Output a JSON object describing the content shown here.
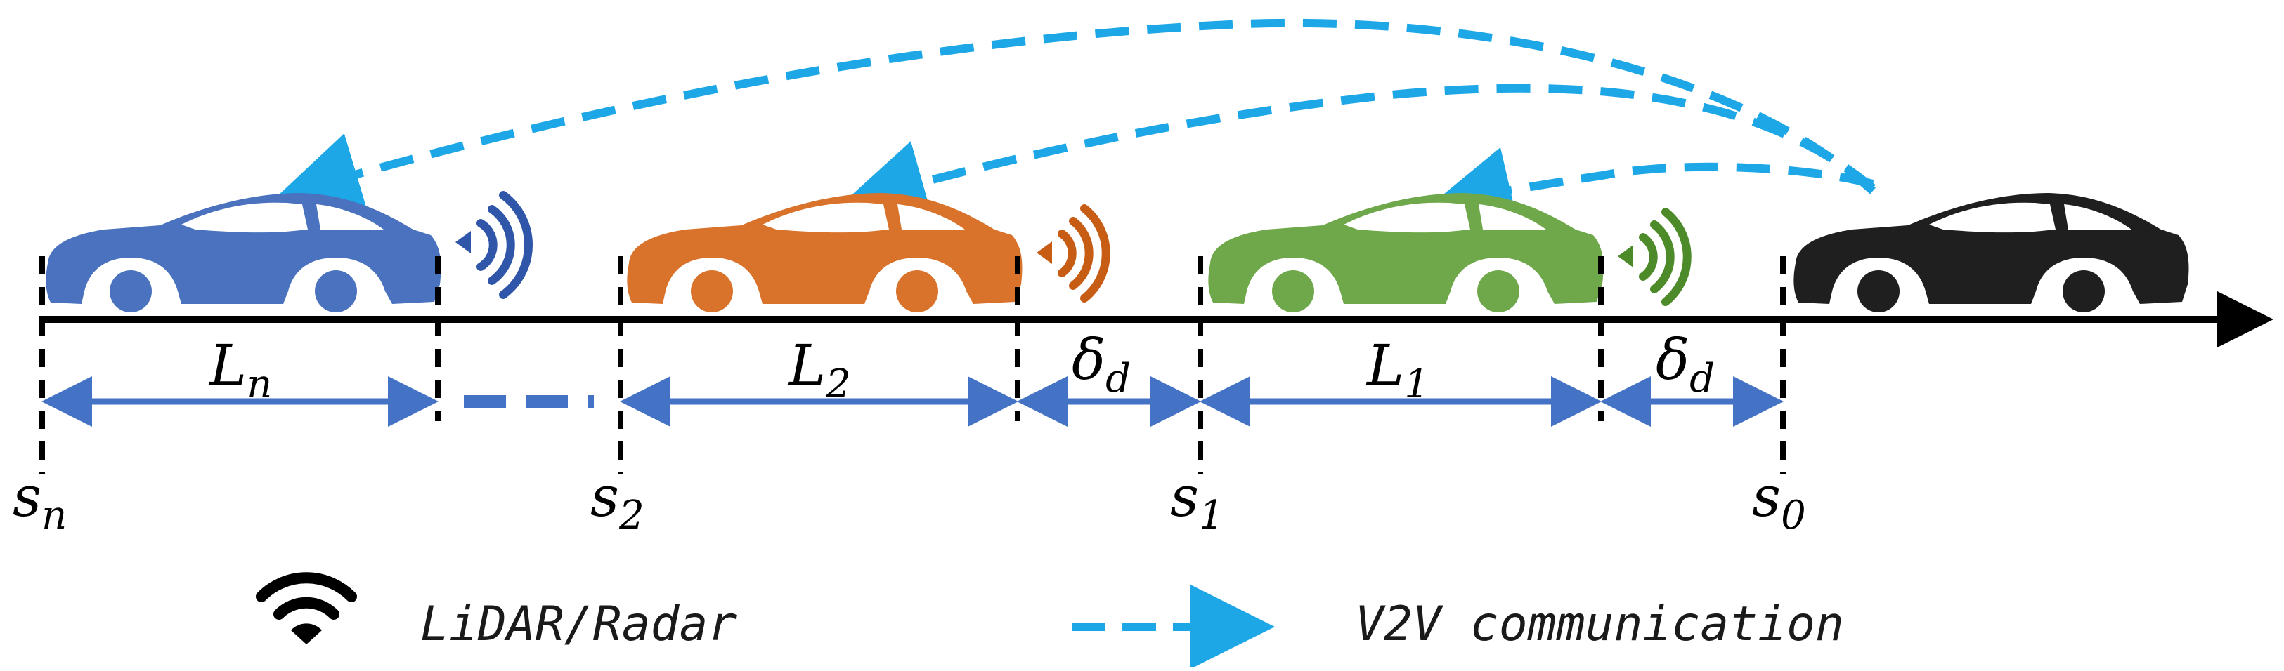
{
  "colors": {
    "blue_car": "#4a72be",
    "orange_car": "#d9732c",
    "green_car": "#6fa84a",
    "black_car": "#1f1f1f",
    "dim_arrow": "#4472c4",
    "v2v": "#1ea7e6",
    "axis": "#000000"
  },
  "cars": [
    {
      "name": "vehicle-n",
      "color_key": "blue_car"
    },
    {
      "name": "vehicle-2",
      "color_key": "orange_car"
    },
    {
      "name": "vehicle-1",
      "color_key": "green_car"
    },
    {
      "name": "leader-vehicle-0",
      "color_key": "black_car"
    }
  ],
  "lengths": {
    "Ln": {
      "main": "L",
      "sub": "n"
    },
    "L2": {
      "main": "L",
      "sub": "2"
    },
    "L1": {
      "main": "L",
      "sub": "1"
    },
    "delta_a": {
      "main": "δ",
      "sub": "d"
    },
    "delta_b": {
      "main": "δ",
      "sub": "d"
    }
  },
  "positions": {
    "sn": {
      "main": "s",
      "sub": "n"
    },
    "s2": {
      "main": "s",
      "sub": "2"
    },
    "s1": {
      "main": "s",
      "sub": "1"
    },
    "s0": {
      "main": "s",
      "sub": "0"
    }
  },
  "legend": {
    "sensor_label": "LiDAR/Radar",
    "v2v_label": "V2V communication",
    "sensor_icon": "wifi-icon",
    "v2v_icon": "dashed-arrow-icon"
  }
}
